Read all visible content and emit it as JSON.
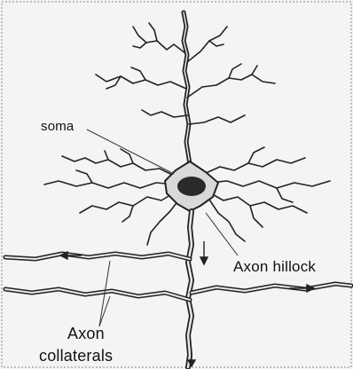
{
  "diagram": {
    "labels": {
      "soma": "soma",
      "axon_hillock": "Axon hillock",
      "axon": "Axon",
      "collaterals": "collaterals"
    }
  },
  "colors": {
    "background": "#f4f4f4",
    "stroke": "#222222",
    "fill_light": "#d9d9d9",
    "nucleus": "#2a2a2a"
  }
}
